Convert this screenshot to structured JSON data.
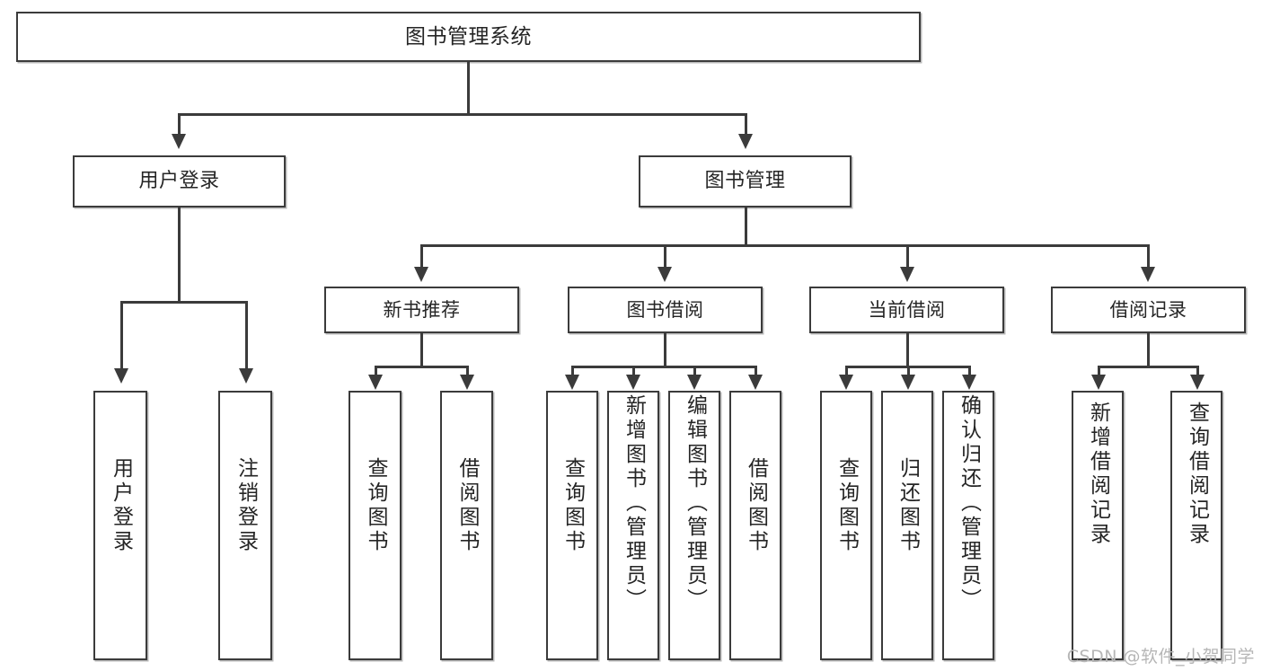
{
  "diagram": {
    "title": "图书管理系统",
    "watermark": "CSDN @软件_小贺同学",
    "line_color": "#3b3b3b",
    "text_color": "#252525",
    "background": "#ffffff"
  },
  "nodes": {
    "root": {
      "label": "图书管理系统"
    },
    "level1": [
      {
        "label": "用户登录"
      },
      {
        "label": "图书管理"
      }
    ],
    "level2": [
      {
        "label": "新书推荐"
      },
      {
        "label": "图书借阅"
      },
      {
        "label": "当前借阅"
      },
      {
        "label": "借阅记录"
      }
    ],
    "leaves": {
      "user_login": [
        {
          "label": "用户登录"
        },
        {
          "label": "注销登录"
        }
      ],
      "new_book": [
        {
          "label": "查询图书"
        },
        {
          "label": "借阅图书"
        }
      ],
      "book_borrow": [
        {
          "label": "查询图书"
        },
        {
          "label": "新增图书（管理员）"
        },
        {
          "label": "编辑图书（管理员）"
        },
        {
          "label": "借阅图书"
        }
      ],
      "current_borrow": [
        {
          "label": "查询图书"
        },
        {
          "label": "归还图书"
        },
        {
          "label": "确认归还（管理员）"
        }
      ],
      "borrow_record": [
        {
          "label": "新增借阅记录"
        },
        {
          "label": "查询借阅记录"
        }
      ]
    }
  }
}
